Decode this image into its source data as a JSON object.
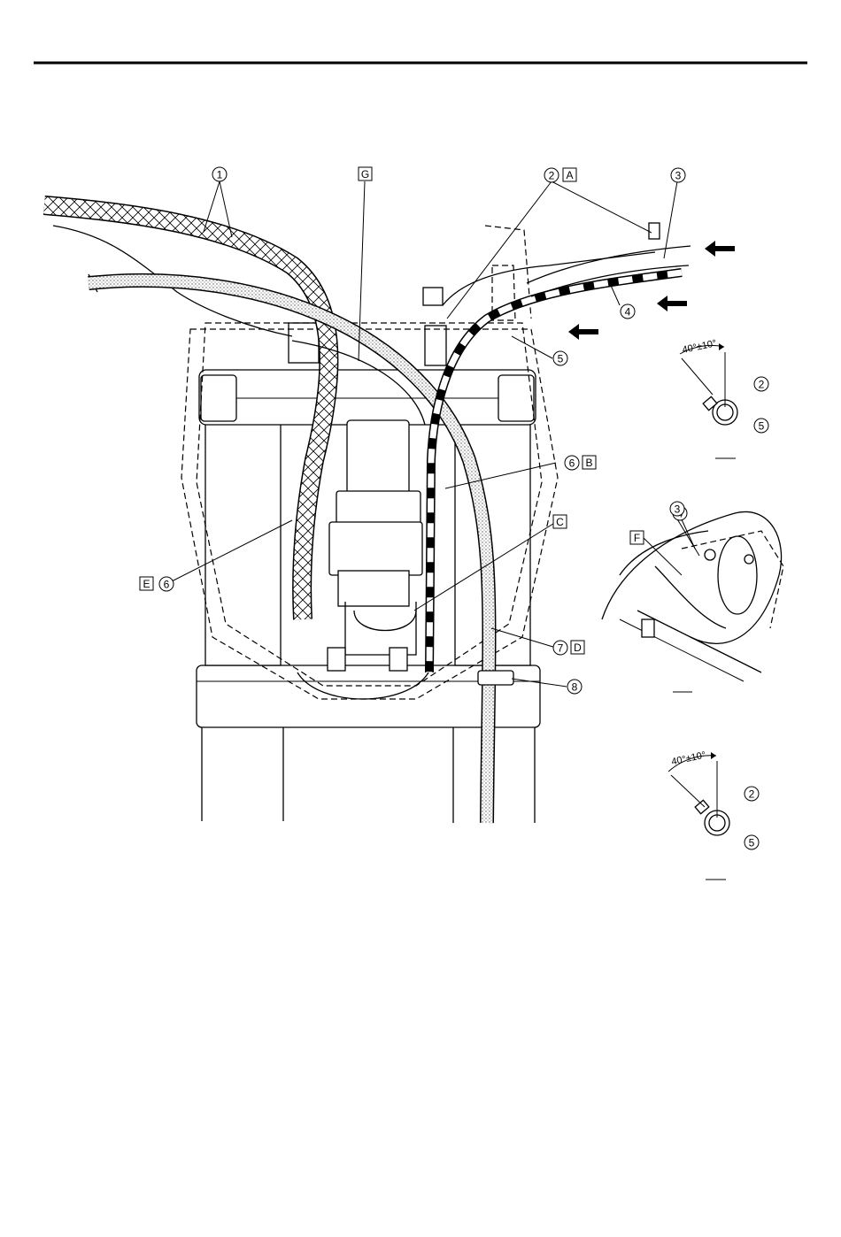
{
  "callouts": {
    "c1": "1",
    "c2": "2",
    "c3": "3",
    "c4": "4",
    "c5": "5",
    "c6": "6",
    "c7": "7",
    "c8": "8"
  },
  "letters": {
    "A": "A",
    "B": "B",
    "C": "C",
    "D": "D",
    "E": "E",
    "F": "F",
    "G": "G"
  },
  "angle_spec": "40°±10°",
  "colors": {
    "ink": "#000000",
    "paper": "#ffffff",
    "stipple": "#bdbdbd"
  }
}
